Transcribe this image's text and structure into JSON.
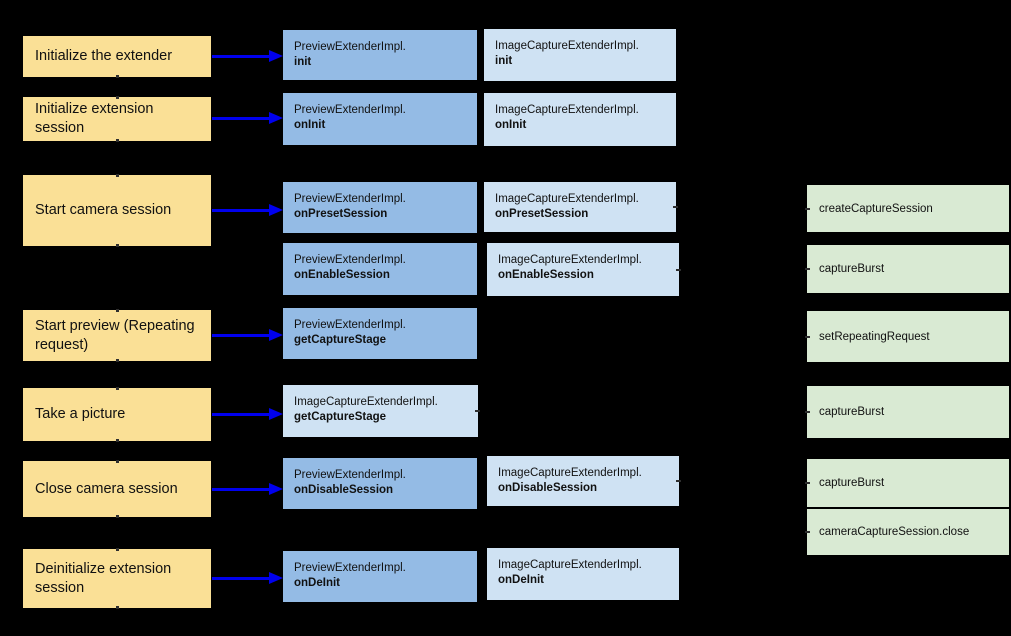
{
  "palette": {
    "background": "#000000",
    "step_fill": "#FAE096",
    "preview_fill": "#94BBE5",
    "image_capture_fill": "#CFE2F3",
    "camera_fill": "#D9EAD3",
    "arrow_color": "#0000EE"
  },
  "rows": [
    {
      "step": "Initialize the extender",
      "preview": {
        "cls": "PreviewExtenderImpl.",
        "method": "init"
      },
      "capture": {
        "cls": "ImageCaptureExtenderImpl.",
        "method": "init"
      }
    },
    {
      "step": "Initialize extension session",
      "preview": {
        "cls": "PreviewExtenderImpl.",
        "method": "onInit"
      },
      "capture": {
        "cls": "ImageCaptureExtenderImpl.",
        "method": "onInit"
      }
    },
    {
      "step": "Start camera session",
      "stages": [
        {
          "preview": {
            "cls": "PreviewExtenderImpl.",
            "method": "onPresetSession"
          },
          "capture": {
            "cls": "ImageCaptureExtenderImpl.",
            "method": "onPresetSession"
          },
          "camera": "createCaptureSession"
        },
        {
          "preview": {
            "cls": "PreviewExtenderImpl.",
            "method": "onEnableSession"
          },
          "capture": {
            "cls": "ImageCaptureExtenderImpl.",
            "method": "onEnableSession"
          },
          "camera": "captureBurst"
        }
      ]
    },
    {
      "step": "Start preview (Repeating request)",
      "preview": {
        "cls": "PreviewExtenderImpl.",
        "method": "getCaptureStage"
      },
      "camera": "setRepeatingRequest"
    },
    {
      "step": "Take a picture",
      "capture": {
        "cls": "ImageCaptureExtenderImpl.",
        "method": "getCaptureStage"
      },
      "camera": "captureBurst"
    },
    {
      "step": "Close camera session",
      "preview": {
        "cls": "PreviewExtenderImpl.",
        "method": "onDisableSession"
      },
      "capture": {
        "cls": "ImageCaptureExtenderImpl.",
        "method": "onDisableSession"
      },
      "camera": "captureBurst",
      "camera2": "cameraCaptureSession.close"
    },
    {
      "step": "Deinitialize extension session",
      "preview": {
        "cls": "PreviewExtenderImpl.",
        "method": "onDeInit"
      },
      "capture": {
        "cls": "ImageCaptureExtenderImpl.",
        "method": "onDeInit"
      }
    }
  ]
}
